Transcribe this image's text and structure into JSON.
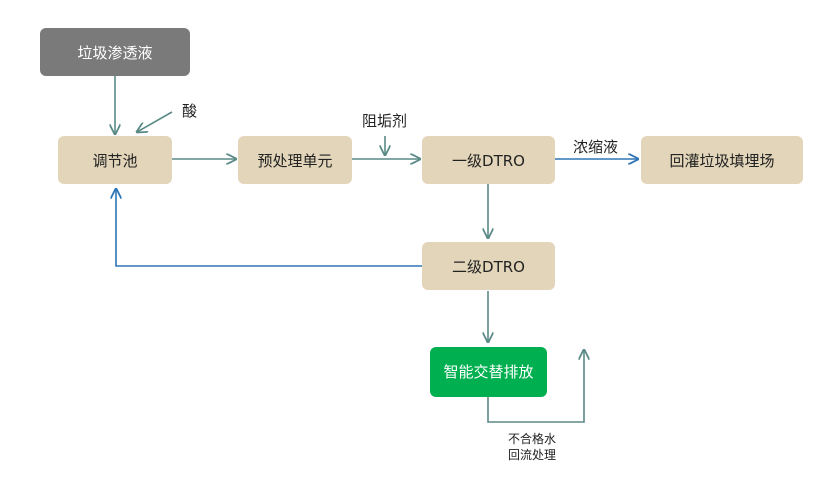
{
  "nodes": {
    "leachate": "垃圾渗透液",
    "regulating_tank": "调节池",
    "pretreatment": "预处理单元",
    "dtro1": "一级DTRO",
    "landfill": "回灌垃圾填埋场",
    "dtro2": "二级DTRO",
    "smart_discharge": "智能交替排放"
  },
  "labels": {
    "acid": "酸",
    "antiscalant": "阻垢剂",
    "concentrate": "浓缩液",
    "unqualified_line1": "不合格水",
    "unqualified_line2": "回流处理"
  },
  "colors": {
    "tan": "#e2d5b9",
    "gray": "#7a7a7a",
    "green": "#00b050",
    "arrow_teal": "#5a8a85",
    "arrow_blue": "#2e75b6"
  }
}
